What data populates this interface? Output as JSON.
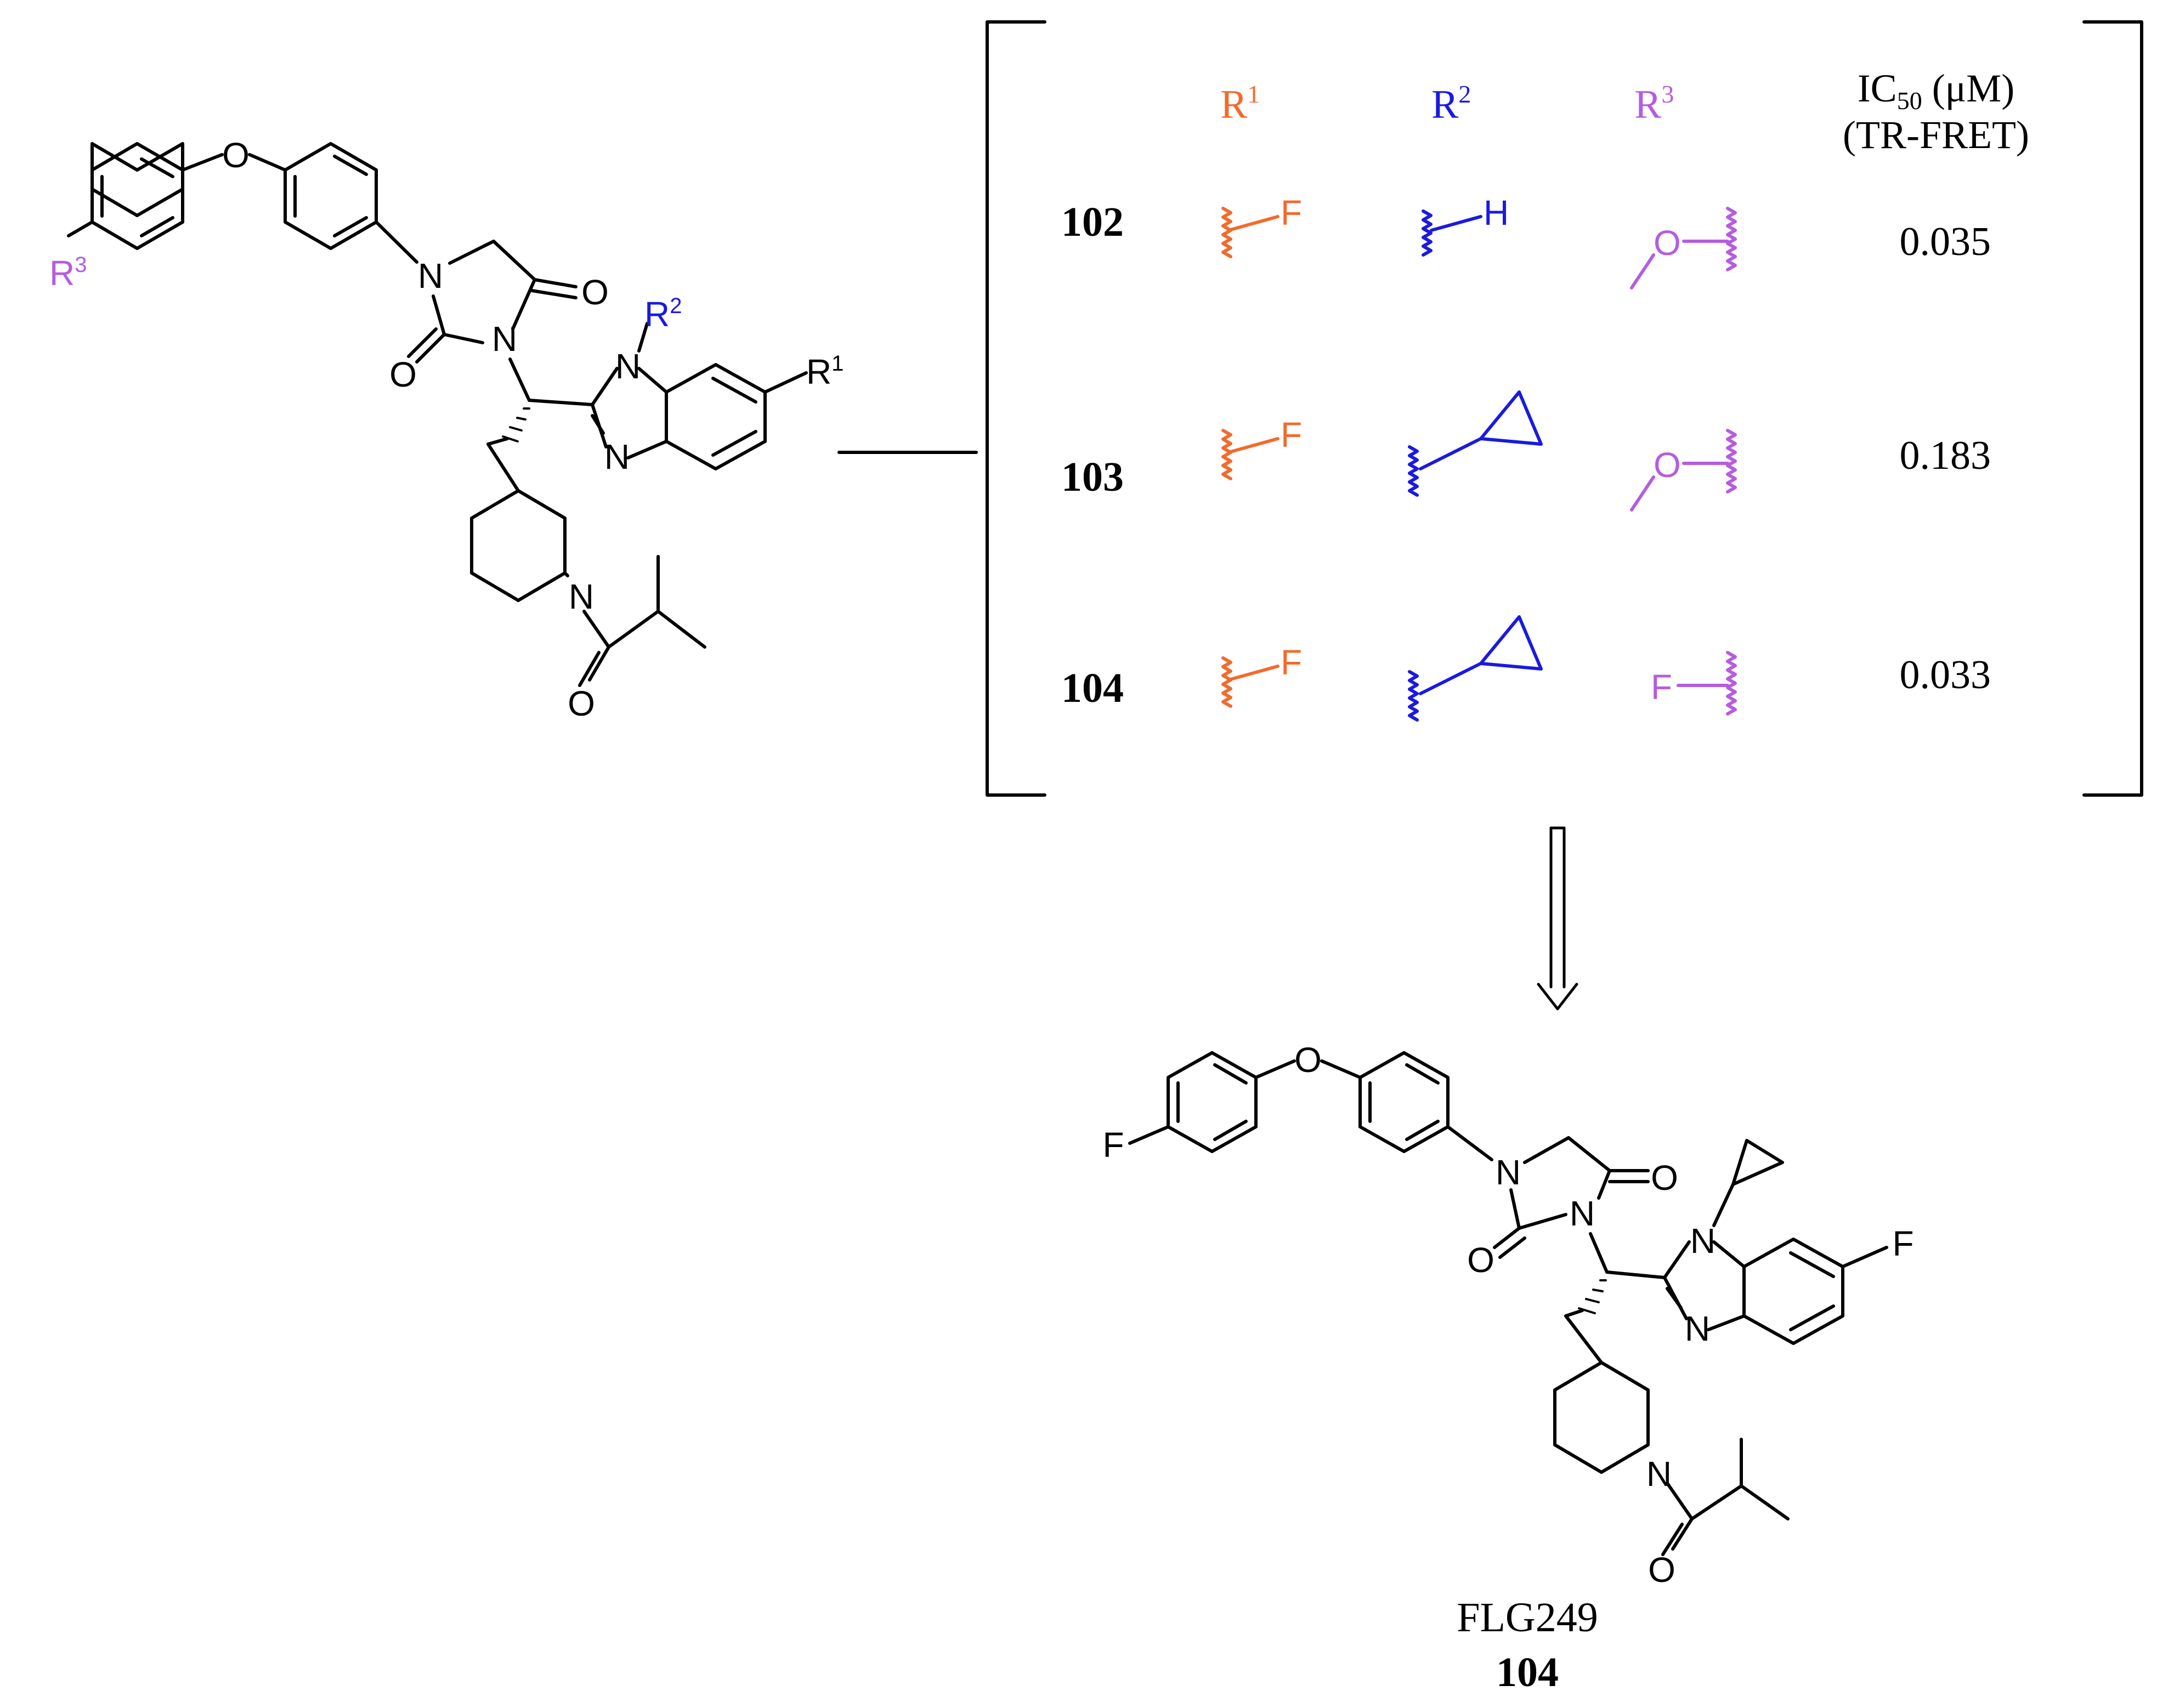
{
  "colors": {
    "r1": "#f26b2c",
    "r2": "#1a1ae0",
    "r3": "#b45de0",
    "ink": "#000000"
  },
  "generic": {
    "atoms": {
      "o_ether": "O",
      "n1": "N",
      "n3": "N",
      "o_c4": "O",
      "o_c2": "O",
      "n_bzim1": "N",
      "n_bzim3": "N",
      "n_pip": "N",
      "o_amide": "O"
    },
    "r1": "R",
    "r1_sup": "1",
    "r2": "R",
    "r2_sup": "2",
    "r3": "R",
    "r3_sup": "3"
  },
  "table": {
    "headers": {
      "r1": "R",
      "r1_sup": "1",
      "r2": "R",
      "r2_sup": "2",
      "r3": "R",
      "r3_sup": "3",
      "ic50_line1_a": "IC",
      "ic50_line1_sub": "50",
      "ic50_line1_b": " (μM)",
      "ic50_line2": "(TR-FRET)"
    },
    "rows": [
      {
        "id": "102",
        "r1_atom": "F",
        "r2_atom": "H",
        "r3_atom": "O",
        "ic50": "0.035"
      },
      {
        "id": "103",
        "r1_atom": "F",
        "r3_atom": "O",
        "ic50": "0.183"
      },
      {
        "id": "104",
        "r1_atom": "F",
        "r3_atom": "F",
        "ic50": "0.033"
      }
    ]
  },
  "final": {
    "atoms": {
      "f_left": "F",
      "o_ether": "O",
      "n1": "N",
      "n3": "N",
      "o_c4": "O",
      "o_c2": "O",
      "n_bzim1": "N",
      "n_bzim3": "N",
      "f_right": "F",
      "n_pip": "N",
      "o_amide": "O"
    },
    "name": "FLG249",
    "id": "104"
  }
}
